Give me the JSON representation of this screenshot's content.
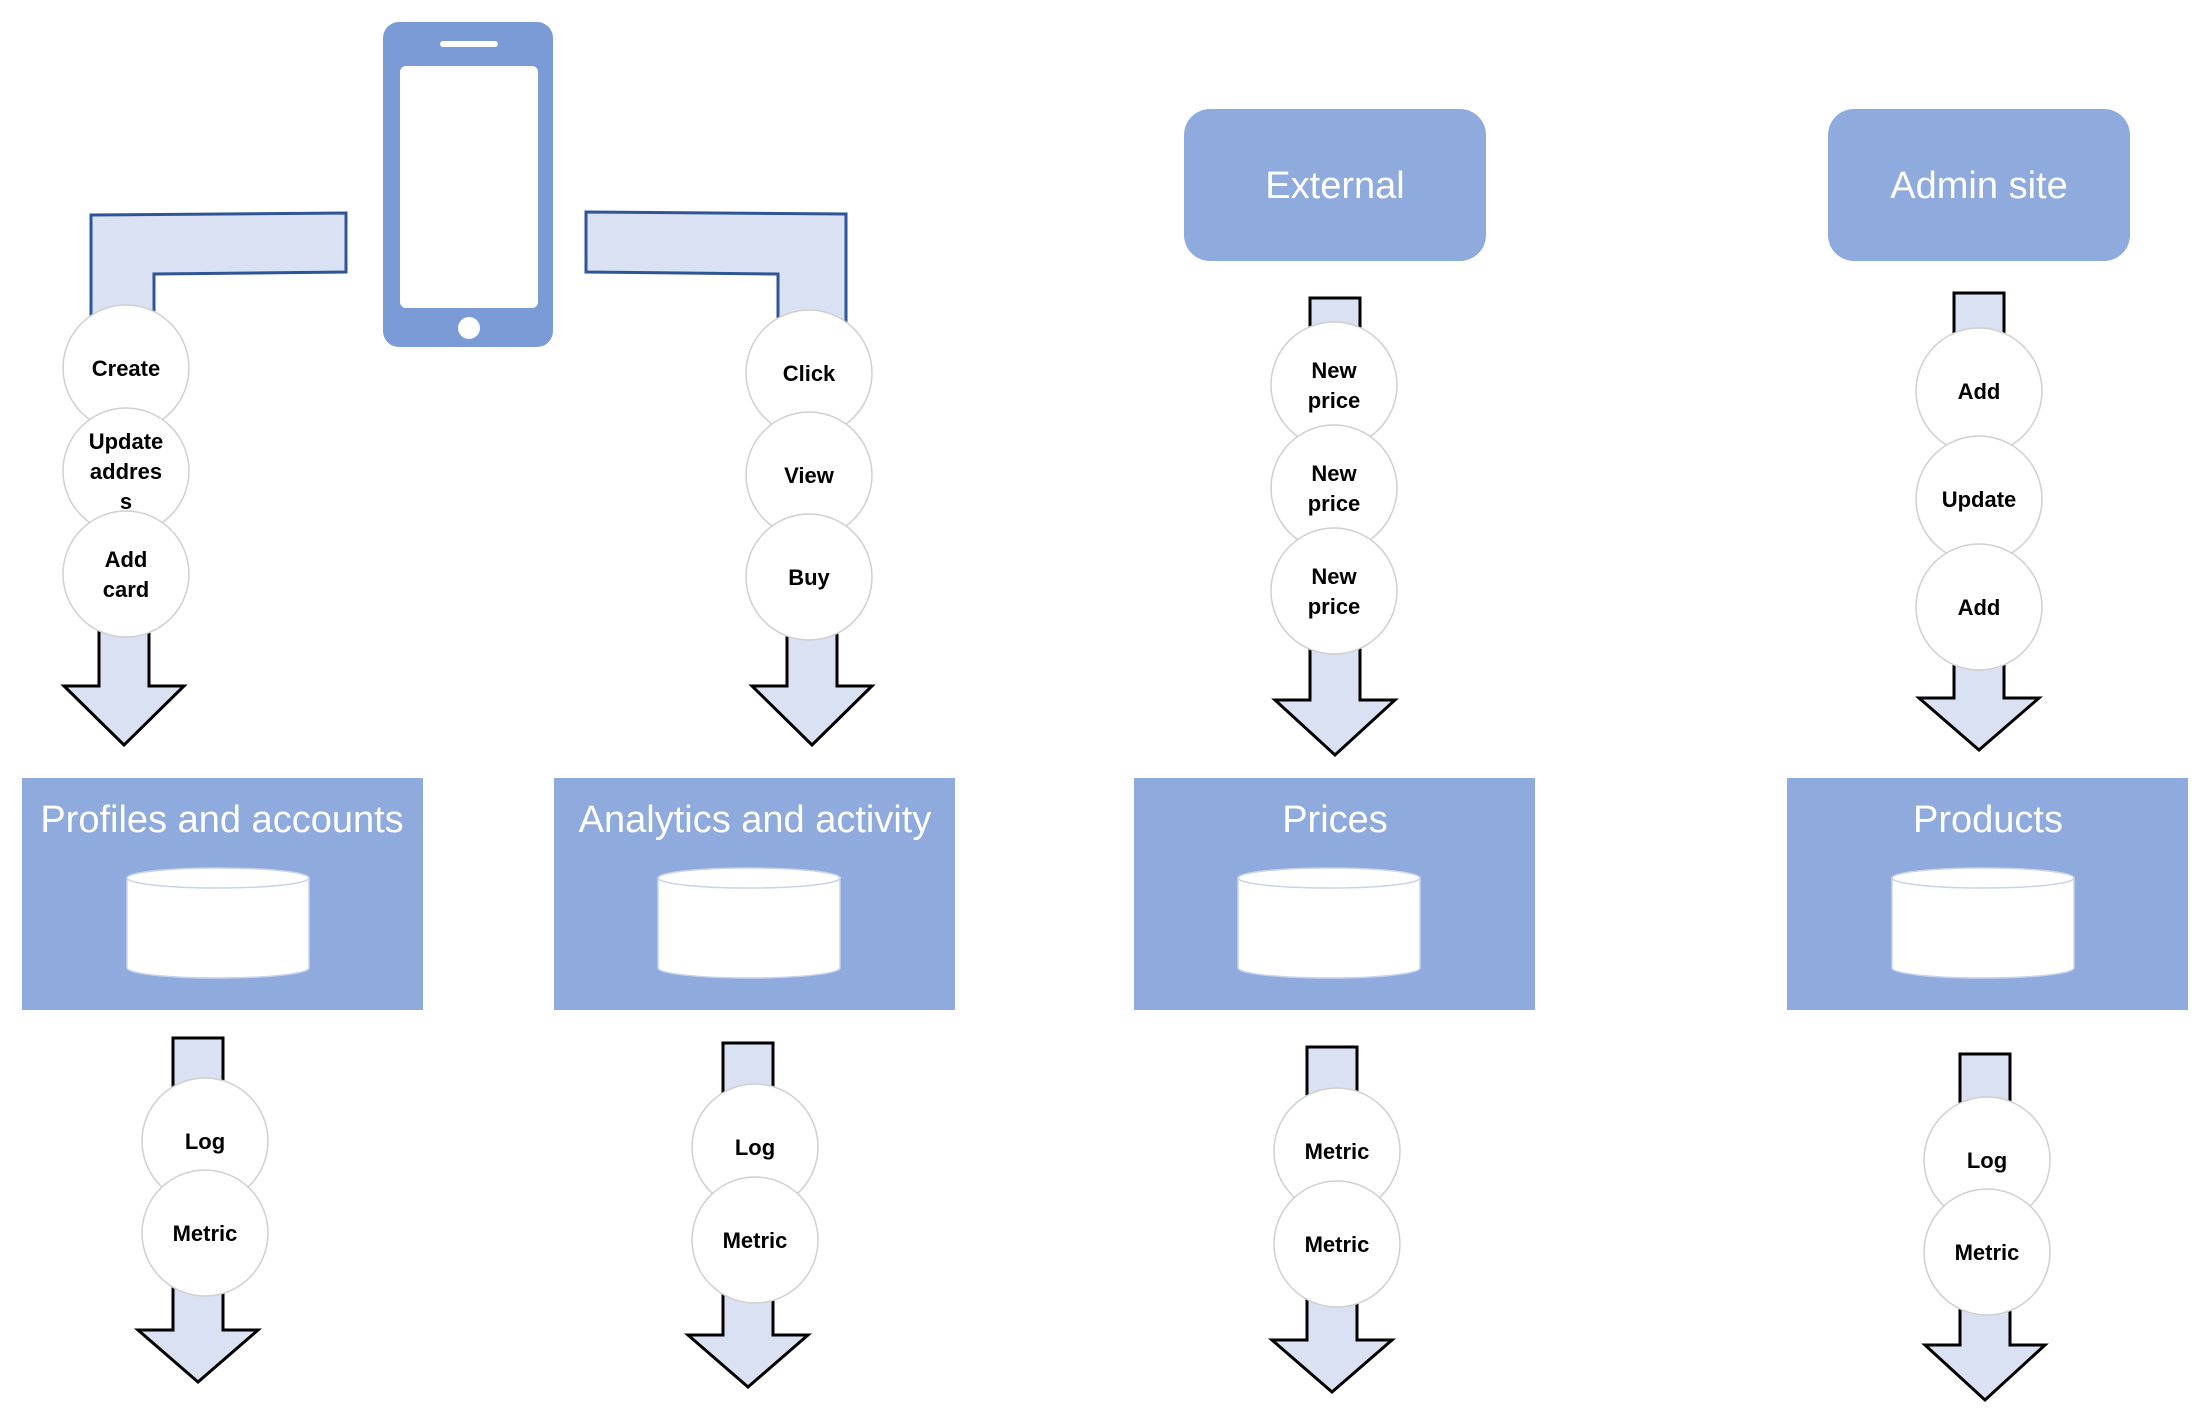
{
  "colors": {
    "box_fill": "#8FAADC",
    "arrow_fill": "#DAE1F3",
    "arrow_stroke_top": "#2F5597",
    "arrow_stroke": "#000000",
    "phone_fill": "#7B9BD6",
    "circle_stroke": "#D0D0D0",
    "cylinder_fill": "#FFFFFF"
  },
  "sources": {
    "phone": {
      "icon": "smartphone-icon"
    },
    "external": {
      "label": "External"
    },
    "admin": {
      "label": "Admin site"
    }
  },
  "stores": [
    {
      "label": "Profiles and accounts",
      "icon": "database-icon"
    },
    {
      "label": "Analytics and activity",
      "icon": "database-icon"
    },
    {
      "label": "Prices",
      "icon": "database-icon"
    },
    {
      "label": "Products",
      "icon": "database-icon"
    }
  ],
  "inbound_events": [
    [
      {
        "lines": [
          "Create"
        ]
      },
      {
        "lines": [
          "Update",
          "addres",
          "s"
        ]
      },
      {
        "lines": [
          "Add",
          "card"
        ]
      }
    ],
    [
      {
        "lines": [
          "Click"
        ]
      },
      {
        "lines": [
          "View"
        ]
      },
      {
        "lines": [
          "Buy"
        ]
      }
    ],
    [
      {
        "lines": [
          "New",
          "price"
        ]
      },
      {
        "lines": [
          "New",
          "price"
        ]
      },
      {
        "lines": [
          "New",
          "price"
        ]
      }
    ],
    [
      {
        "lines": [
          "Add"
        ]
      },
      {
        "lines": [
          "Update"
        ]
      },
      {
        "lines": [
          "Add"
        ]
      }
    ]
  ],
  "outbound_events": [
    [
      {
        "lines": [
          "Log"
        ]
      },
      {
        "lines": [
          "Metric"
        ]
      }
    ],
    [
      {
        "lines": [
          "Log"
        ]
      },
      {
        "lines": [
          "Metric"
        ]
      }
    ],
    [
      {
        "lines": [
          "Metric"
        ]
      },
      {
        "lines": [
          "Metric"
        ]
      }
    ],
    [
      {
        "lines": [
          "Log"
        ]
      },
      {
        "lines": [
          "Metric"
        ]
      }
    ]
  ]
}
